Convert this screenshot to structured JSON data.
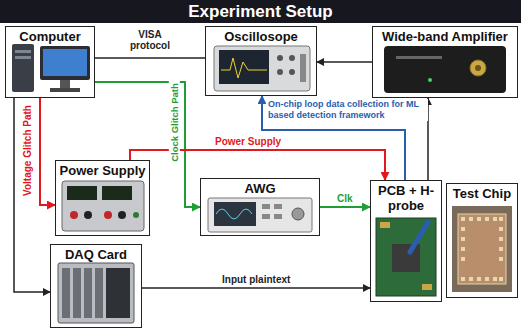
{
  "diagram": {
    "title": "Experiment Setup",
    "nodes": [
      {
        "text": [
          "Computer"
        ]
      },
      {
        "text": [
          "Oscillosope"
        ]
      },
      {
        "text": [
          "Wide-band Amplifier"
        ]
      },
      {
        "text": [
          "Power Supply"
        ]
      },
      {
        "text": [
          "AWG"
        ]
      },
      {
        "text": [
          "PCB + H-probe"
        ]
      },
      {
        "text": [
          "Test Chip"
        ]
      },
      {
        "text": [
          "DAQ Card"
        ]
      }
    ],
    "edges": [
      {
        "from": 0,
        "to": 1,
        "label": "VISA protocol",
        "arrow": "none"
      },
      {
        "from": 0,
        "to": 3,
        "label": "Voltage Glitch Path",
        "arrow": "to"
      },
      {
        "from": 0,
        "to": 4,
        "label": "Clock Glitch Path",
        "arrow": "to"
      },
      {
        "from": 0,
        "to": 7,
        "arrow": "to"
      },
      {
        "from": 3,
        "to": 5,
        "label": "Power Supply",
        "arrow": "to"
      },
      {
        "from": 4,
        "to": 5,
        "label": "Clk",
        "arrow": "to"
      },
      {
        "from": 7,
        "to": 5,
        "label": "Input plaintext",
        "arrow": "to"
      },
      {
        "from": 5,
        "to": 1,
        "label": "On-chip loop data collection for ML based detection framework",
        "arrow": "to"
      },
      {
        "from": 5,
        "to": 2,
        "arrow": "to"
      },
      {
        "from": 2,
        "to": 1,
        "arrow": "to"
      }
    ]
  }
}
